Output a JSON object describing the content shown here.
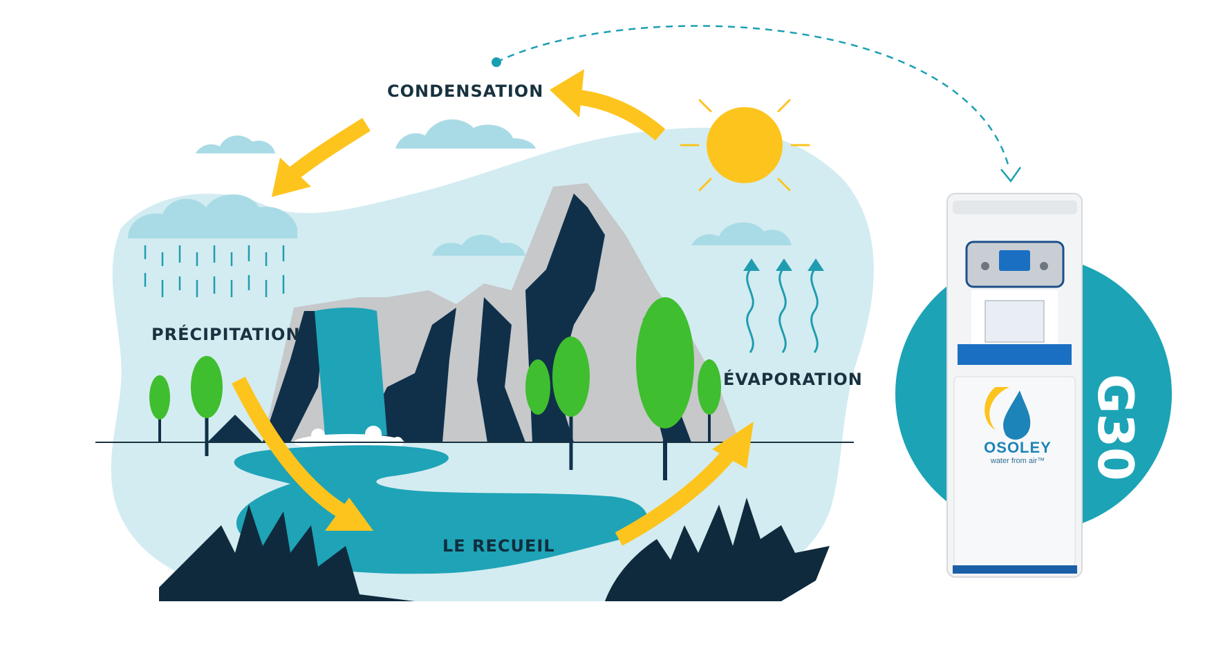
{
  "stages": {
    "condensation": "CONDENSATION",
    "precipitation": "PRÉCIPITATION",
    "evaporation": "ÉVAPORATION",
    "collection": "LE RECUEIL"
  },
  "device": {
    "model": "G30",
    "brand": "OSOLEY",
    "tagline": "water from air™"
  },
  "colors": {
    "sky": "#d3ecf1",
    "cloud": "#a9dbe6",
    "water": "#1fa3b7",
    "rock": "#c6c8ca",
    "rock_shadow": "#10304a",
    "tree": "#3fbe2f",
    "sun": "#fdc41d",
    "arrow": "#fdc41d",
    "grass": "#0f2a3c",
    "device_circle": "#1ca3b6",
    "text": "#18323f"
  },
  "icons": [
    "sun-icon",
    "cloud-icon",
    "rain-icon",
    "heat-wave-icon",
    "tree-icon",
    "water-drop-logo-icon"
  ]
}
